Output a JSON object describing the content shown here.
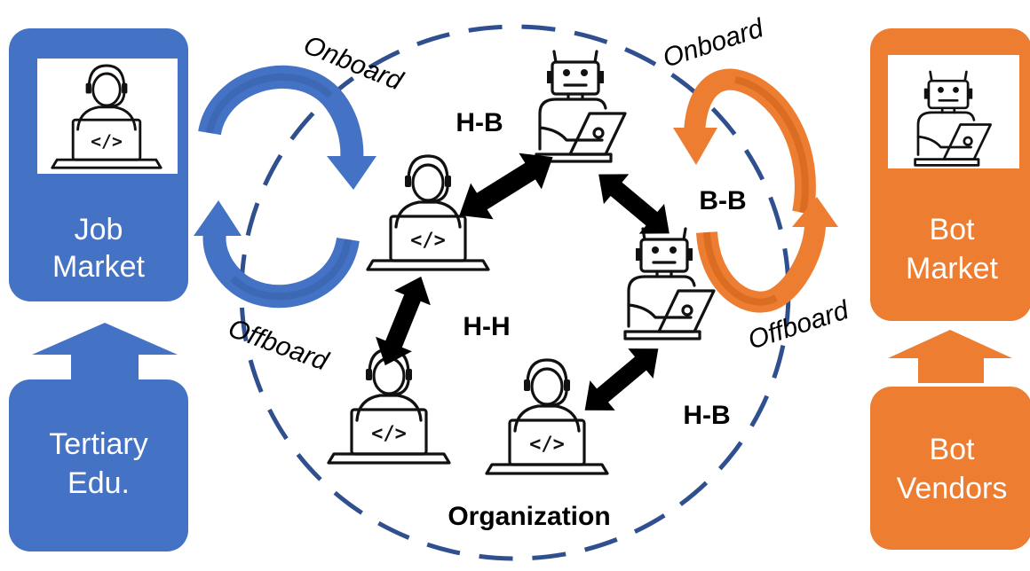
{
  "boxes": {
    "job_market": {
      "line1": "Job",
      "line2": "Market"
    },
    "tertiary_edu": {
      "line1": "Tertiary",
      "line2": "Edu."
    },
    "bot_market": {
      "line1": "Bot",
      "line2": "Market"
    },
    "bot_vendors": {
      "line1": "Bot",
      "line2": "Vendors"
    }
  },
  "labels": {
    "onboard_left": "Onboard",
    "offboard_left": "Offboard",
    "onboard_right": "Onboard",
    "offboard_right": "Offboard",
    "organization": "Organization",
    "hb_top": "H-B",
    "bb": "B-B",
    "hh": "H-H",
    "hb_bottom": "H-B",
    "code_glyph": "</>"
  },
  "colors": {
    "blue": "#4472C4",
    "blue_dark": "#2F5597",
    "orange": "#ED7D31",
    "orange_dark": "#C55A11",
    "circle": "#2F4F8F",
    "black": "#000000"
  },
  "icons": {
    "human": "human-developer-icon",
    "bot": "robot-developer-icon"
  }
}
